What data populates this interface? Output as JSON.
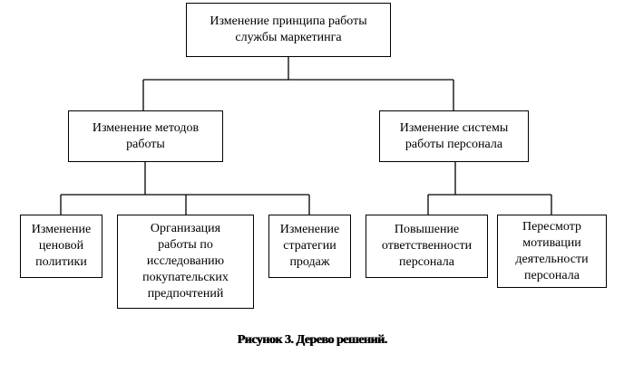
{
  "root": {
    "label": "Изменение принципа работы службы маркетинга"
  },
  "level1": [
    {
      "label": "Изменение методов работы"
    },
    {
      "label": "Изменение системы работы персонала"
    }
  ],
  "level2": [
    {
      "label": "Изменение ценовой политики"
    },
    {
      "label": "Организация работы по исследованию покупательских предпочтений"
    },
    {
      "label": "Изменение стратегии продаж"
    },
    {
      "label": "Повышение ответственности персонала"
    },
    {
      "label": "Пересмотр мотивации деятельности персонала"
    }
  ],
  "caption": "Рисунок 3. Дерево решений."
}
